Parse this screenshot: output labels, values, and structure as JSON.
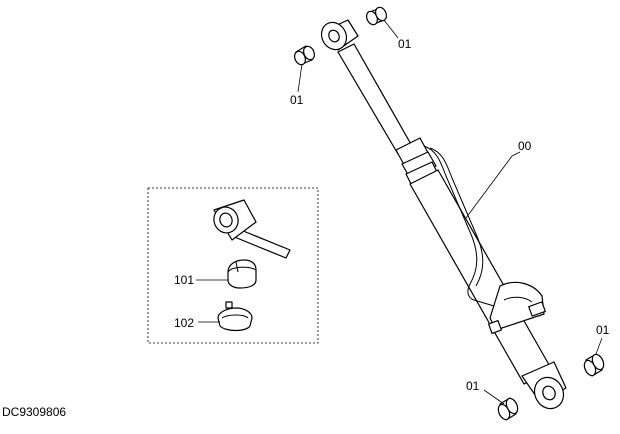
{
  "callouts": {
    "seal_top_right": "01",
    "seal_top_left": "01",
    "cylinder_assembly": "00",
    "bushing": "101",
    "band": "102",
    "seal_bottom_right": "01",
    "seal_bottom_left": "01"
  },
  "drawing_number": "DC9309806"
}
